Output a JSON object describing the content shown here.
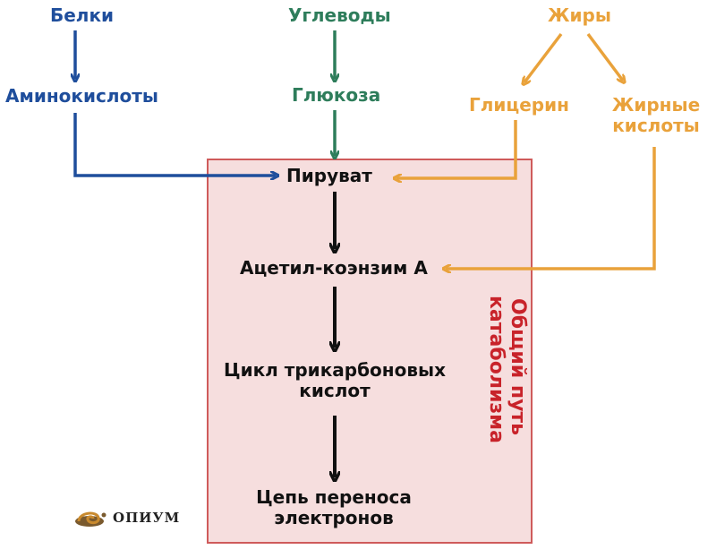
{
  "colors": {
    "proteins": "#1f4e9c",
    "carbs": "#2e7d5b",
    "fats": "#e9a23b",
    "core": "#111111",
    "box_fill": "#f6dede",
    "box_border": "#cf5b5b",
    "box_label": "#c8232a"
  },
  "nodes": {
    "belki": "Белки",
    "aminoacids": "Аминокислоты",
    "uglevody": "Углеводы",
    "glucose": "Глюкоза",
    "zhiry": "Жиры",
    "glycerin": "Глицерин",
    "fatty_acids": [
      "Жирные",
      "кислоты"
    ],
    "pyruvate": "Пируват",
    "acetyl_coa": "Ацетил-коэнзим А",
    "krebs": [
      "Цикл трикарбоновых",
      "кислот"
    ],
    "etc": [
      "Цепь переноса",
      "электронов"
    ]
  },
  "box_label": [
    "Общий путь",
    "катаболизма"
  ],
  "logo": {
    "text": "ОПИУМ",
    "icon": "snail-icon"
  }
}
